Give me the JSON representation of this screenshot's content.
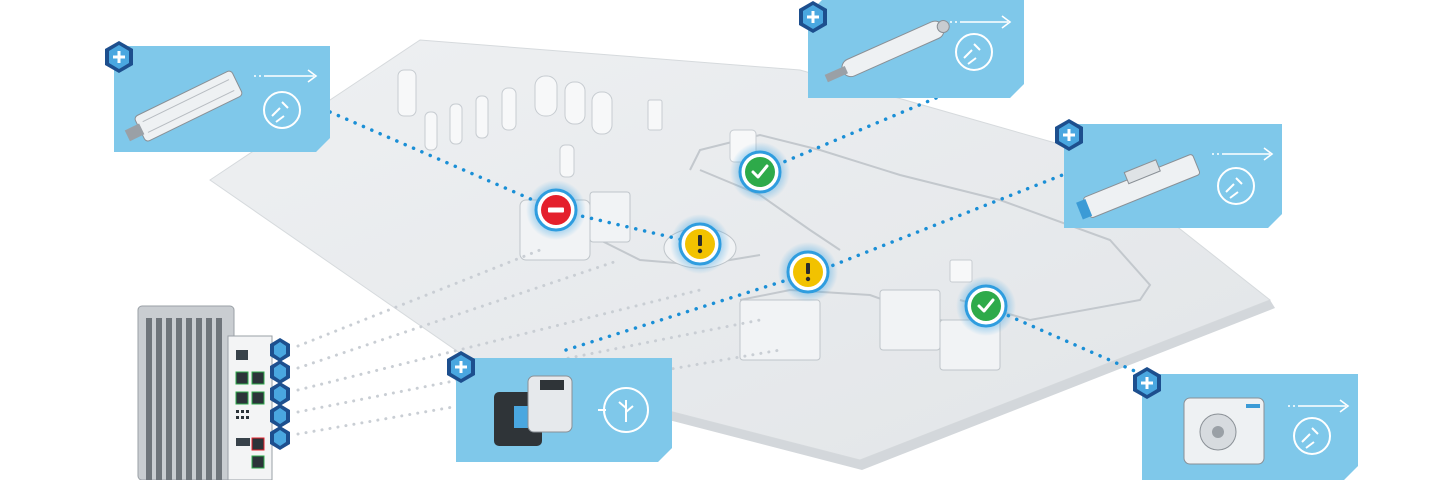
{
  "scene": {
    "description_free": true,
    "status_markers": [
      {
        "id": "error",
        "state": "error",
        "color": "#e4202c",
        "icon": "minus-icon"
      },
      {
        "id": "ok-1",
        "state": "ok",
        "color": "#2eaa4a",
        "icon": "check-icon"
      },
      {
        "id": "warn-1",
        "state": "warning",
        "color": "#f2c200",
        "icon": "exclamation-icon"
      },
      {
        "id": "warn-2",
        "state": "warning",
        "color": "#f2c200",
        "icon": "exclamation-icon"
      },
      {
        "id": "ok-2",
        "state": "ok",
        "color": "#2eaa4a",
        "icon": "check-icon"
      }
    ],
    "cards": [
      {
        "id": "cylinder-card",
        "product": "profile-cylinder",
        "service_icon": "maintenance-icon"
      },
      {
        "id": "round-cylinder-card",
        "product": "round-cylinder",
        "service_icon": "maintenance-icon"
      },
      {
        "id": "linear-actuator-card",
        "product": "linear-actuator",
        "service_icon": "maintenance-icon"
      },
      {
        "id": "energy-card",
        "product": "air-energy-unit",
        "service_icon": "energy-efficiency-icon"
      },
      {
        "id": "compact-cylinder-card",
        "product": "compact-cylinder",
        "service_icon": "maintenance-icon"
      }
    ],
    "controller": {
      "product": "edge-controller",
      "port_badges": 5
    },
    "colors": {
      "card": "#7fc8ea",
      "link_dotted": "#1a8fd6",
      "idle_dotted": "#c9ced4",
      "floor": "#eceef0",
      "badge_dark": "#1d4f8e",
      "badge_light": "#4aa7e0"
    }
  }
}
